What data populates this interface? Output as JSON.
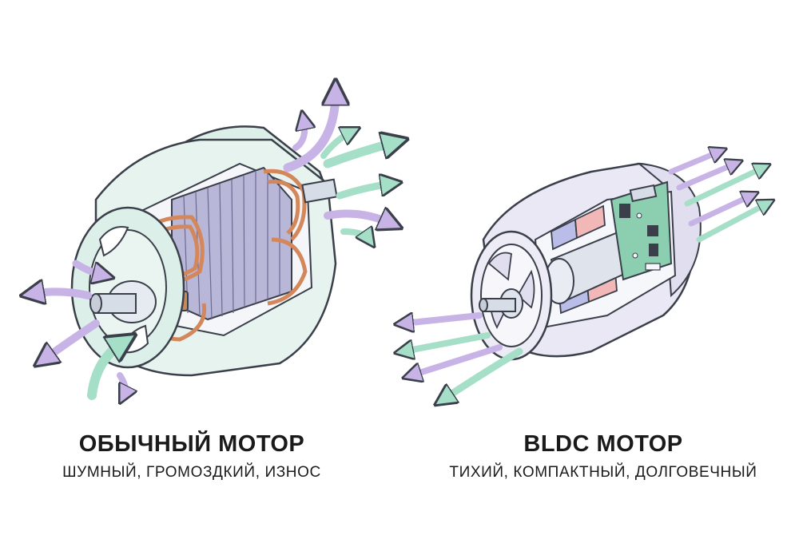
{
  "diagram": {
    "left_panel": {
      "title": "ОБЫЧНЫЙ МОТОР",
      "subtitle": "ШУМНЫЙ, ГРОМОЗДКИЙ, ИЗНОС"
    },
    "right_panel": {
      "title": "BLDC МОТОР",
      "subtitle": "ТИХИЙ, КОМПАКТНЫЙ, ДОЛГОВЕЧНЫЙ"
    }
  },
  "colors": {
    "housing_mint": "#dcefe9",
    "housing_lavender": "#e7e5f3",
    "outline": "#3a3f4a",
    "copper": "#d4875a",
    "laminations": "#b9b7d8",
    "arrow_purple": "#c7b3e6",
    "arrow_green": "#a5dfc8",
    "pcb_green": "#8ccfb0",
    "magnet_red": "#f2b7b7",
    "magnet_blue": "#b9bde8"
  }
}
